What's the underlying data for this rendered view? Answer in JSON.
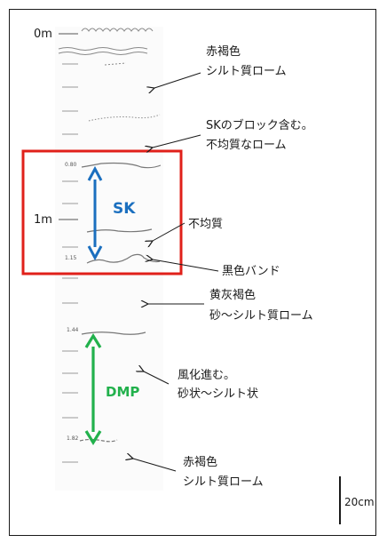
{
  "depth_labels": {
    "top": "0m",
    "mid": "1m"
  },
  "layer_annotations": [
    {
      "lines": [
        "赤褐色",
        "シルト質ローム"
      ]
    },
    {
      "lines": [
        "SKのブロック含む。",
        "不均質なローム"
      ]
    },
    {
      "lines": [
        "不均質"
      ]
    },
    {
      "lines": [
        "黒色バンド"
      ]
    },
    {
      "lines": [
        "黄灰褐色",
        "砂～シルト質ローム"
      ]
    },
    {
      "lines": [
        "風化進む。",
        "砂状～シルト状"
      ]
    },
    {
      "lines": [
        "赤褐色",
        "シルト質ローム"
      ]
    }
  ],
  "units": {
    "sk": {
      "name": "SK",
      "top_depth": "0.80",
      "bottom_depth": "1.15",
      "color": "#1b6fbf"
    },
    "dmp": {
      "name": "DMP",
      "top_depth": "1.44",
      "bottom_depth": "1.82",
      "color": "#22b14c"
    }
  },
  "highlight_box_color": "#e0201a",
  "scale_bar": {
    "label": "20cm"
  }
}
